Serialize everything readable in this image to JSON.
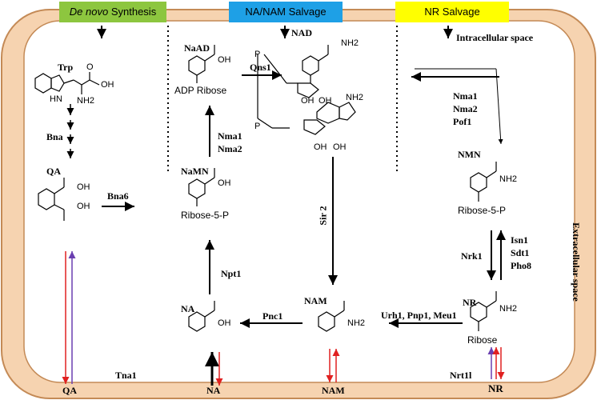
{
  "headers": {
    "de_novo_italic": "De novo",
    "de_novo_rest": " Synthesis",
    "salvage_na": "NA/NAM Salvage",
    "salvage_nr": "NR Salvage"
  },
  "colors": {
    "green": "#8dc63f",
    "blue": "#1ea0e6",
    "yellow": "#ffff00",
    "membrane": "#f6d3b0",
    "membrane_edge": "#c48a56"
  },
  "labels": {
    "intracellular": "Intracellular space",
    "extracellular": "Extracellular space",
    "trp": "Trp",
    "bna": "Bna",
    "qa": "QA",
    "bna6": "Bna6",
    "naad": "NaAD",
    "adp_ribose": "ADP Ribose",
    "qns1": "Qns1",
    "nad": "NAD",
    "nma1": "Nma1",
    "nma2": "Nma2",
    "namn": "NaMN",
    "ribose5p_a": "Ribose-5-P",
    "npt1": "Npt1",
    "na": "NA",
    "pnc1": "Pnc1",
    "nam": "NAM",
    "sir2": "Sir 2",
    "urh1": "Urh1, Pnp1, Meu1",
    "nmn": "NMN",
    "ribose5p_b": "Ribose-5-P",
    "nma1b": "Nma1",
    "nma2b": "Nma2",
    "pof1": "Pof1",
    "isn1": "Isn1",
    "sdt1": "Sdt1",
    "pho8": "Pho8",
    "nrk1": "Nrk1",
    "nr": "NR",
    "ribose": "Ribose",
    "tna1": "Tna1",
    "nrt11": "Nrt1l",
    "out_qa": "QA",
    "out_na": "NA",
    "out_nam": "NAM",
    "out_nr": "NR",
    "oh": "OH",
    "nh2": "NH2",
    "o": "O",
    "nh2b": "NH2",
    "hn": "HN",
    "p": "P"
  }
}
